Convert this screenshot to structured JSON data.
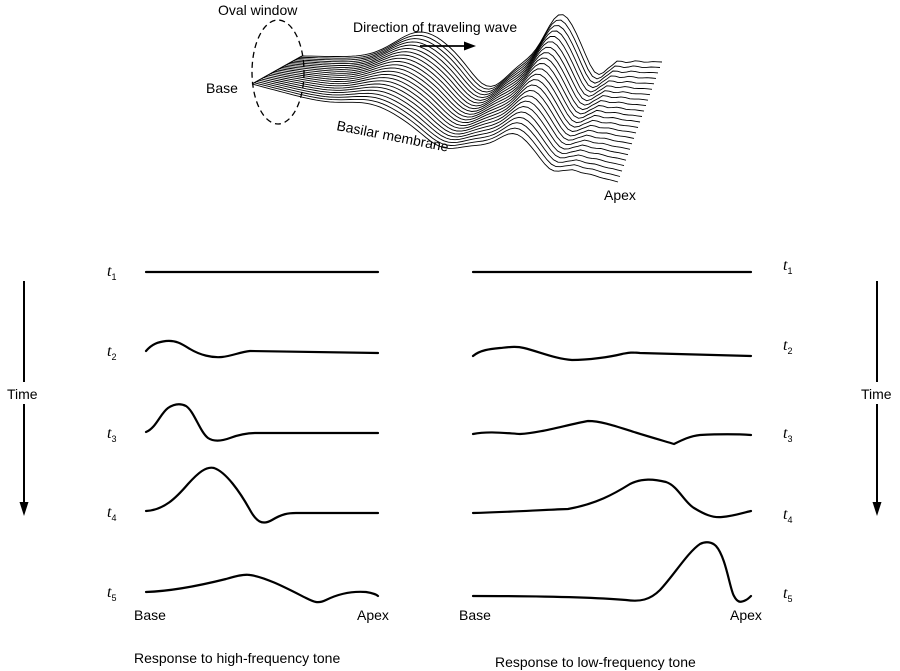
{
  "top_diagram": {
    "oval_window": "Oval window",
    "direction": "Direction of traveling wave",
    "base": "Base",
    "basilar_membrane": "Basilar membrane",
    "apex": "Apex"
  },
  "time_label": "Time",
  "time_steps": [
    {
      "t": "t",
      "sub": "1"
    },
    {
      "t": "t",
      "sub": "2"
    },
    {
      "t": "t",
      "sub": "3"
    },
    {
      "t": "t",
      "sub": "4"
    },
    {
      "t": "t",
      "sub": "5"
    }
  ],
  "panels": {
    "high": {
      "caption": "Response to high-frequency tone",
      "base": "Base",
      "apex": "Apex"
    },
    "low": {
      "caption": "Response to low-frequency tone",
      "base": "Base",
      "apex": "Apex"
    }
  }
}
